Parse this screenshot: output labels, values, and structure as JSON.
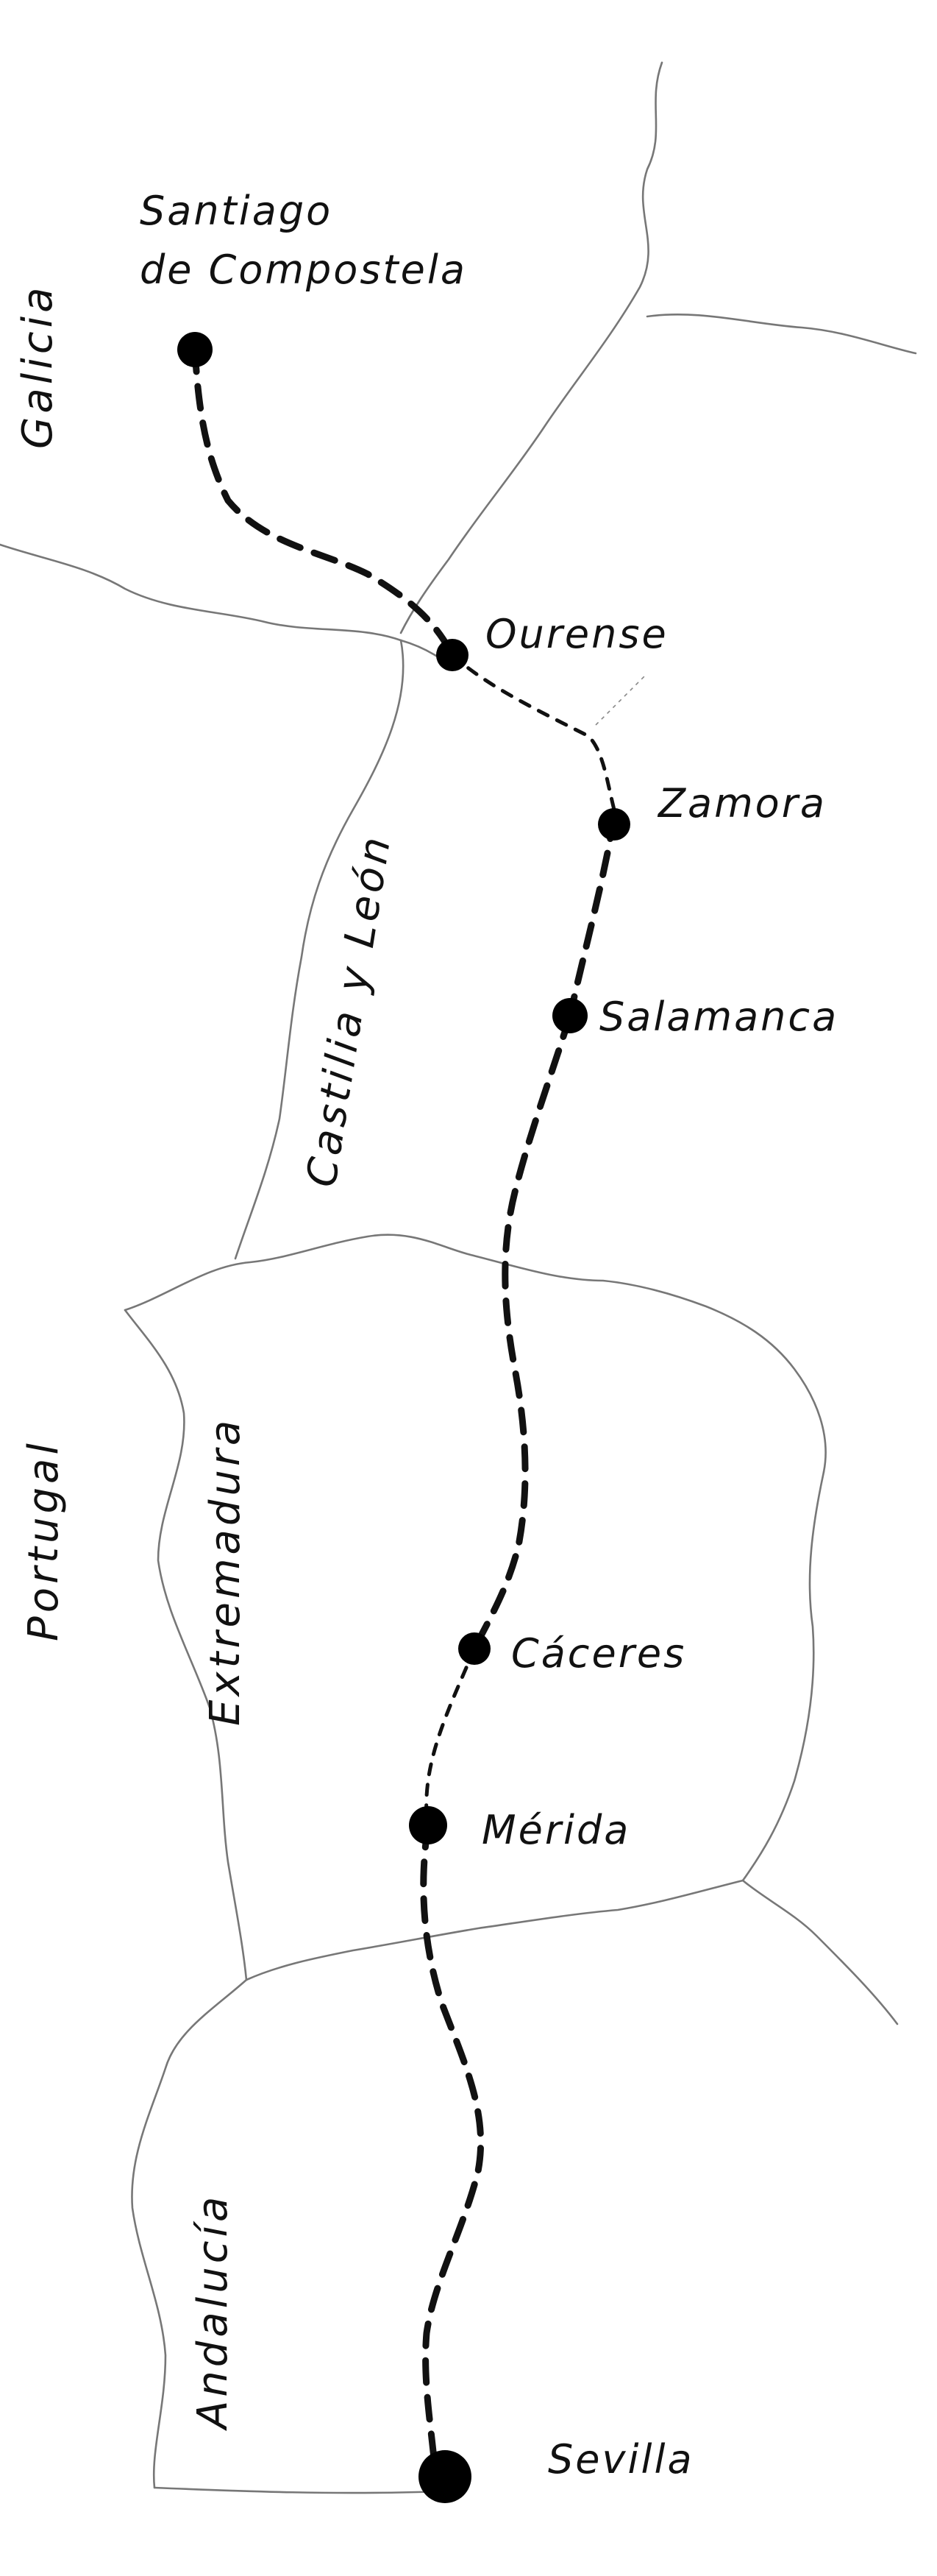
{
  "cities": {
    "santiago_line1": "Santiago",
    "santiago_line2": "de Compostela",
    "ourense": "Ourense",
    "zamora": "Zamora",
    "salamanca": "Salamanca",
    "caceres": "Cáceres",
    "merida": "Mérida",
    "sevilla": "Sevilla"
  },
  "regions": {
    "galicia": "Galicia",
    "castilla_y_leon": "Castilia y León",
    "portugal": "Portugal",
    "extremadura": "Extremadura",
    "andalucia": "Andalucía"
  },
  "colors": {
    "route": "#111111",
    "borders": "#777777",
    "background": "#ffffff"
  },
  "style": "hand-drawn black and white map"
}
